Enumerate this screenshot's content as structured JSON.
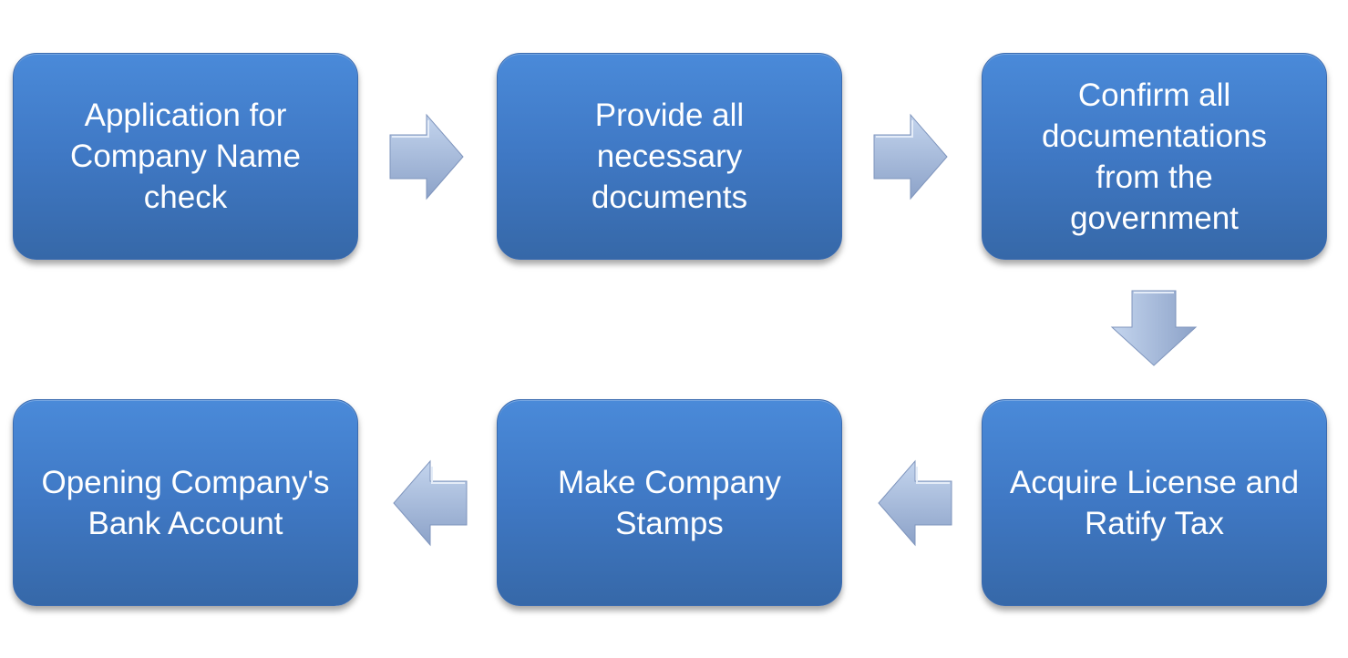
{
  "diagram": {
    "type": "process-flow",
    "steps": [
      {
        "id": 1,
        "label": "Application for\nCompany Name\ncheck"
      },
      {
        "id": 2,
        "label": "Provide all\nnecessary\ndocuments"
      },
      {
        "id": 3,
        "label": "Confirm all\ndocumentations\nfrom the\ngovernment"
      },
      {
        "id": 4,
        "label": "Acquire License and\nRatify Tax"
      },
      {
        "id": 5,
        "label": "Make Company\nStamps"
      },
      {
        "id": 6,
        "label": "Opening Company's\nBank Account"
      }
    ],
    "connections": [
      {
        "from": 1,
        "to": 2,
        "direction": "right"
      },
      {
        "from": 2,
        "to": 3,
        "direction": "right"
      },
      {
        "from": 3,
        "to": 4,
        "direction": "down"
      },
      {
        "from": 4,
        "to": 5,
        "direction": "left"
      },
      {
        "from": 5,
        "to": 6,
        "direction": "left"
      }
    ],
    "colors": {
      "box_top": "#4a8ad9",
      "box_bottom": "#3668a8",
      "arrow_light": "#c0d2ec",
      "arrow_dark": "#8ea4c8",
      "text": "#ffffff"
    }
  }
}
